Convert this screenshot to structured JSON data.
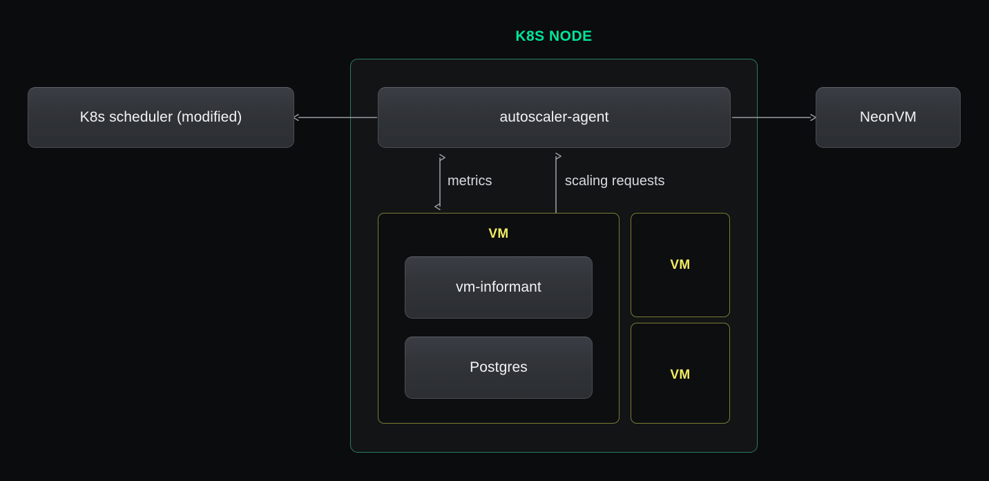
{
  "diagram": {
    "title": "K8S NODE",
    "background": "#0b0c0d",
    "node_fill": "#121416",
    "colors": {
      "node_border_green": "#2f7d5d",
      "title_green": "#00e599",
      "vm_border_yellow": "#7d7c36",
      "vm_label_yellow": "#f2ec63",
      "card_fill": "#32353a",
      "arrow_gray": "#9a9ca1",
      "text_light": "#f2f3f5",
      "edge_label_gray": "#d9dade"
    },
    "external": {
      "scheduler": "K8s scheduler (modified)",
      "neonvm": "NeonVM"
    },
    "node": {
      "agent": "autoscaler-agent",
      "vm_main": {
        "label": "VM",
        "components": [
          "vm-informant",
          "Postgres"
        ]
      },
      "vm_side": [
        "VM",
        "VM"
      ]
    },
    "edges": [
      {
        "name": "agent-to-scheduler",
        "label": "",
        "direction": "left"
      },
      {
        "name": "agent-to-neonvm",
        "label": "",
        "direction": "right"
      },
      {
        "name": "metrics",
        "label": "metrics",
        "direction": "bidirectional"
      },
      {
        "name": "scaling-requests",
        "label": "scaling requests",
        "direction": "bidirectional"
      }
    ]
  }
}
